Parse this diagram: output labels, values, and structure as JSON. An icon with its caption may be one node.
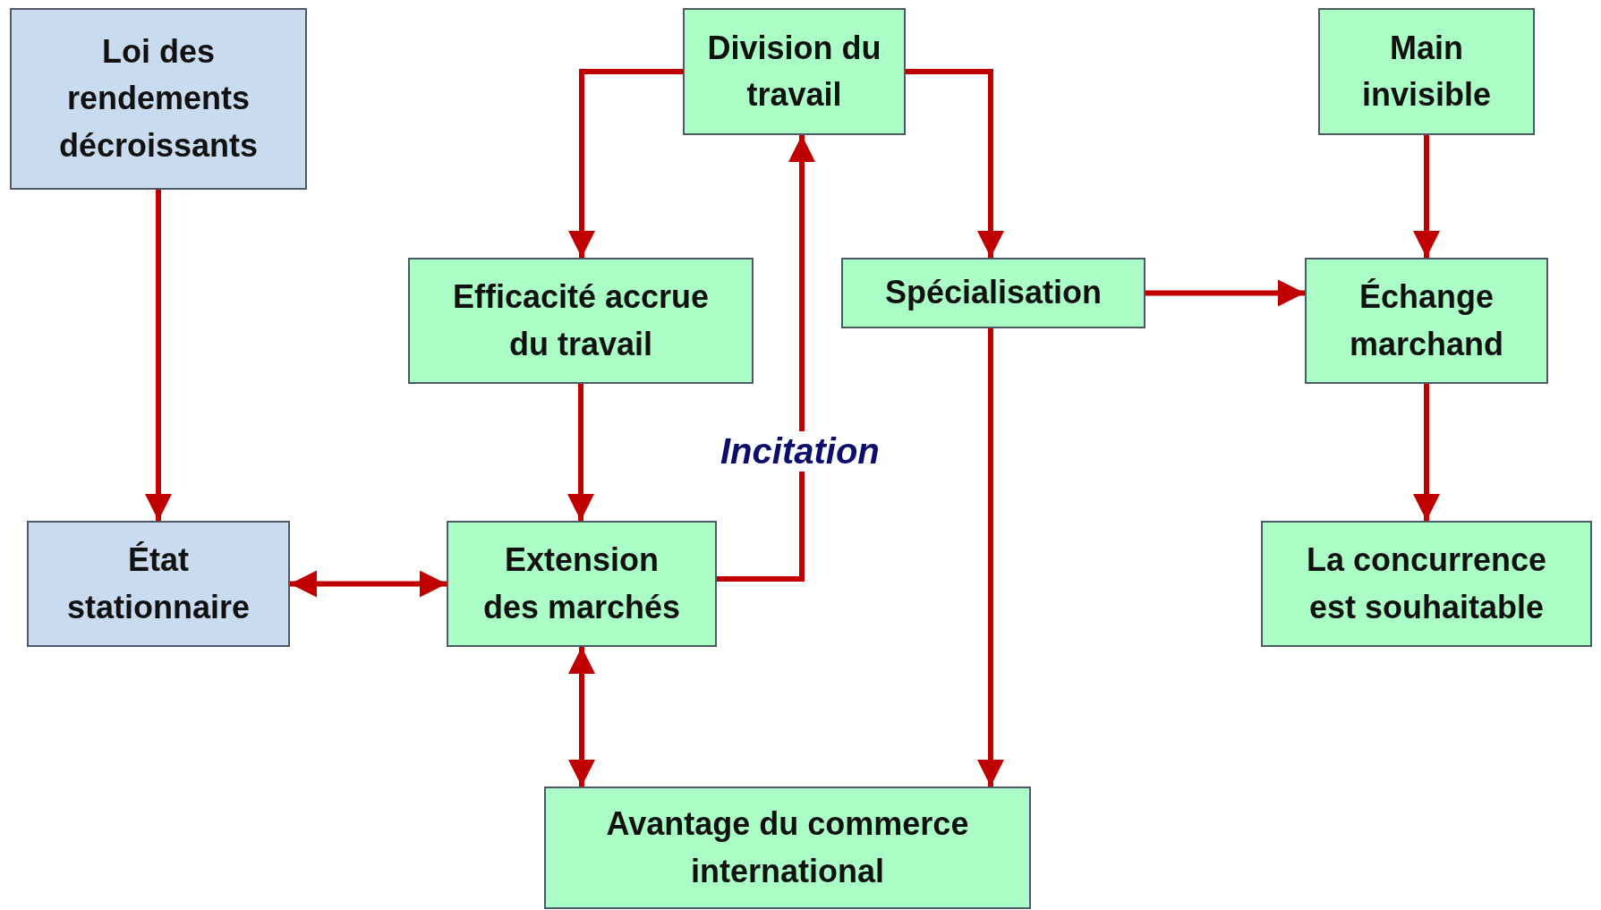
{
  "diagram": {
    "nodes": [
      {
        "text": [
          "Loi des rendements décroissants"
        ]
      },
      {
        "text": [
          "Division du travail"
        ]
      },
      {
        "text": [
          "Main invisible"
        ]
      },
      {
        "text": [
          "Efficacité accrue du travail"
        ]
      },
      {
        "text": [
          "Spécialisation"
        ]
      },
      {
        "text": [
          "Échange marchand"
        ]
      },
      {
        "text": [
          "État stationnaire"
        ]
      },
      {
        "text": [
          "Extension des marchés"
        ]
      },
      {
        "text": [
          "La concurrence est souhaitable"
        ]
      },
      {
        "text": [
          "Avantage du commerce international"
        ]
      }
    ],
    "edges": [
      {
        "from": 0,
        "to": 6,
        "arrow": "to"
      },
      {
        "from": 1,
        "to": 3,
        "arrow": "to"
      },
      {
        "from": 1,
        "to": 4,
        "arrow": "to"
      },
      {
        "from": 2,
        "to": 5,
        "arrow": "to"
      },
      {
        "from": 4,
        "to": 5,
        "arrow": "to"
      },
      {
        "from": 3,
        "to": 7,
        "arrow": "to"
      },
      {
        "from": 7,
        "to": 1,
        "arrow": "to",
        "label": "Incitation"
      },
      {
        "from": 6,
        "to": 7,
        "arrow": "both"
      },
      {
        "from": 7,
        "to": 9,
        "arrow": "both"
      },
      {
        "from": 4,
        "to": 9,
        "arrow": "to"
      },
      {
        "from": 5,
        "to": 8,
        "arrow": "to"
      }
    ]
  }
}
